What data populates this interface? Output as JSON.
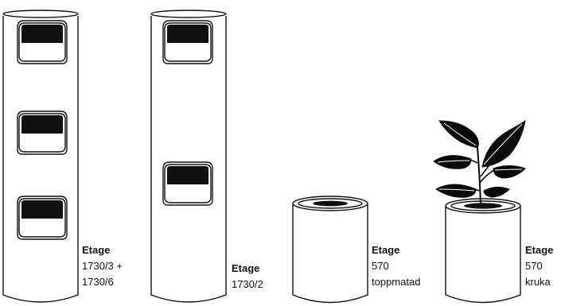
{
  "products": [
    {
      "title": "Etage",
      "lines": [
        "1730/3 +",
        "1730/6"
      ]
    },
    {
      "title": "Etage",
      "lines": [
        "1730/2"
      ]
    },
    {
      "title": "Etage",
      "lines": [
        "570",
        "toppmatad"
      ]
    },
    {
      "title": "Etage",
      "lines": [
        "570",
        "kruka"
      ]
    }
  ],
  "colors": {
    "outline": "#111111",
    "background": "#ffffff",
    "plant": "#0a0a0a"
  }
}
